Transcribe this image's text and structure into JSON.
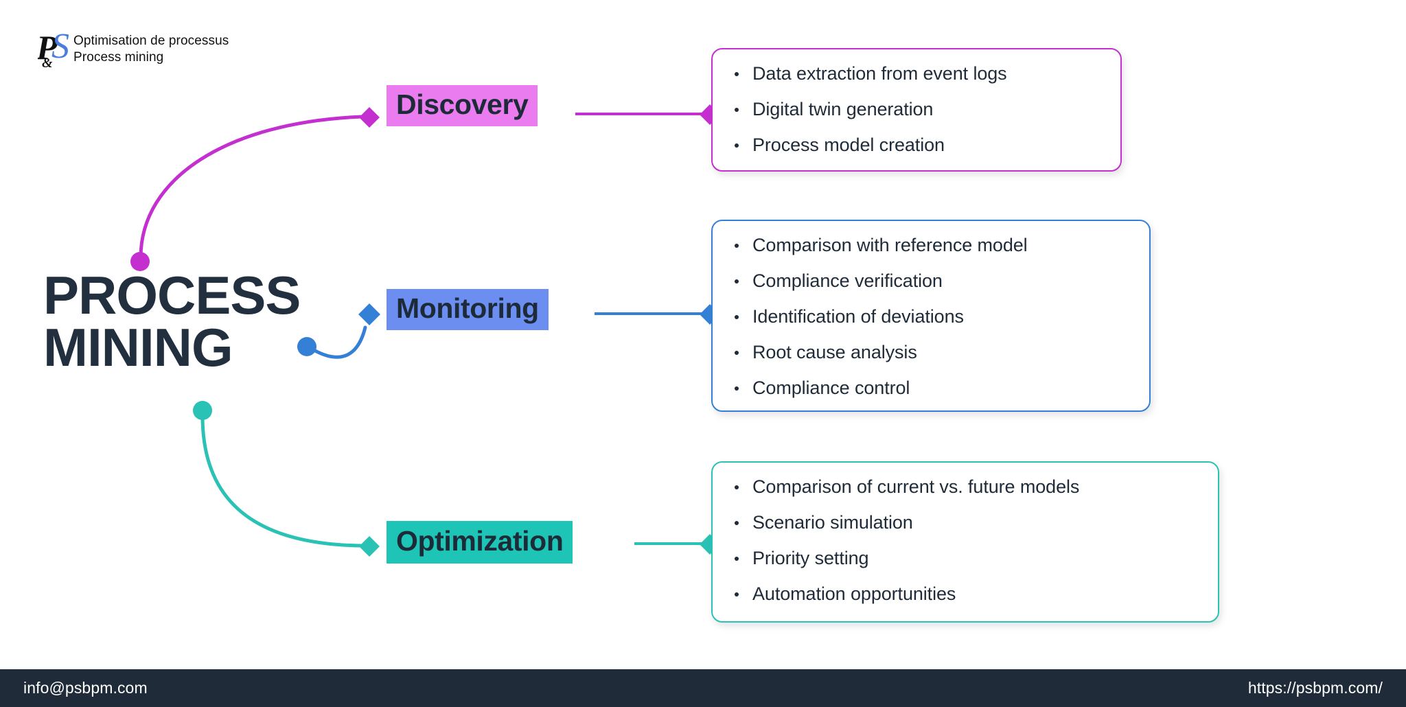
{
  "logo": {
    "mark": "ps-ampersand-logo",
    "line1": "Optimisation de processus",
    "line2": "Process mining"
  },
  "headline": {
    "line1": "PROCESS",
    "line2": "MINING"
  },
  "colors": {
    "discovery": "#c42fd0",
    "discovery_highlight": "#ea7cf0",
    "monitoring": "#3480d6",
    "monitoring_highlight": "#6b8ef0",
    "optimization": "#29c2b4",
    "optimization_highlight": "#1ec5b6",
    "text_dark": "#1f2b38",
    "footer_bg": "#1f2b38",
    "background": "#ffffff"
  },
  "stages": [
    {
      "key": "discovery",
      "label": "Discovery",
      "items": [
        "Data extraction from event logs",
        "Digital twin generation",
        "Process model creation"
      ]
    },
    {
      "key": "monitoring",
      "label": "Monitoring",
      "items": [
        "Comparison with reference model",
        "Compliance verification",
        "Identification of deviations",
        "Root cause analysis",
        "Compliance control"
      ]
    },
    {
      "key": "optimization",
      "label": "Optimization",
      "items": [
        "Comparison of current vs. future models",
        "Scenario simulation",
        "Priority setting",
        "Automation opportunities"
      ]
    }
  ],
  "footer": {
    "email": "info@psbpm.com",
    "url": "https://psbpm.com/"
  }
}
